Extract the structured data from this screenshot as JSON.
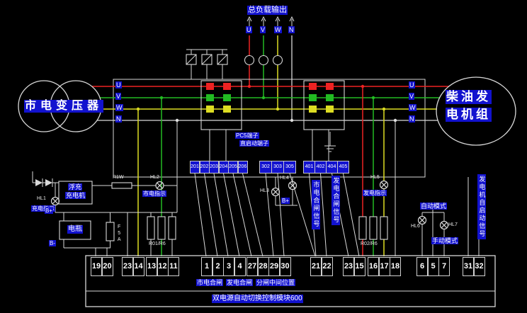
{
  "colors": {
    "background": "#000000",
    "wire": "#d8d8d8",
    "phase_u": "#ee2222",
    "phase_v": "#22bb22",
    "phase_w": "#dddd22",
    "neutral": "#e0e0e0",
    "label_bg": "#1212cf",
    "label_text": "#ffffff"
  },
  "phases": [
    "U",
    "V",
    "W",
    "N"
  ],
  "top": {
    "load_output": "总负载输出"
  },
  "sources": {
    "mains_title": "市电变压器",
    "gen_title_line1": "柴油发",
    "gen_title_line2": "电机组"
  },
  "middle": {
    "pc5_label": "PC5端子",
    "start_label": "直启动端子"
  },
  "strips": {
    "a": [
      "201",
      "202",
      "203",
      "204",
      "205",
      "206"
    ],
    "b": [
      "302",
      "303",
      "305"
    ],
    "c": [
      "401",
      "402",
      "404",
      "405"
    ]
  },
  "left_circuit": {
    "charger_line1": "浮充",
    "charger_line2": "充电机",
    "hl1": "HL1",
    "hl1_caption": "充电指示",
    "inline_resistor": "R1W",
    "hl2": "HL2",
    "hl2_caption": "市电指示",
    "b_plus": "B+",
    "battery": "电瓶",
    "b_minus": "B-",
    "fuse": "F5A",
    "resistor_bank": "R01/R6"
  },
  "center_circuit": {
    "hl3": "HL3",
    "hl4": "HL4",
    "b_plus": "B+",
    "signal_mains": "市电合闸信号",
    "signal_gen": "发电合闸信号"
  },
  "right_circuit": {
    "hl5": "HL5",
    "hl5_caption": "发电指示",
    "resistor_bank": "R02/R6",
    "auto_mode": "自动模式",
    "hl6": "HL6",
    "hl7": "HL7",
    "manual_mode": "手动模式",
    "signal_autostart": "发电机自启动信号"
  },
  "bottom": {
    "terminals": [
      "19",
      "20",
      "23",
      "14",
      "13",
      "12",
      "11",
      "1",
      "2",
      "3",
      "4",
      "27",
      "28",
      "29",
      "30",
      "21",
      "22",
      "23",
      "15",
      "16",
      "17",
      "18",
      "6",
      "5",
      "7",
      "31",
      "32"
    ],
    "caption_mains": "市电合闸",
    "caption_gen": "发电合闸",
    "caption_mid": "分闸中间位置",
    "module_title": "双电源自动切换控制模块600"
  }
}
